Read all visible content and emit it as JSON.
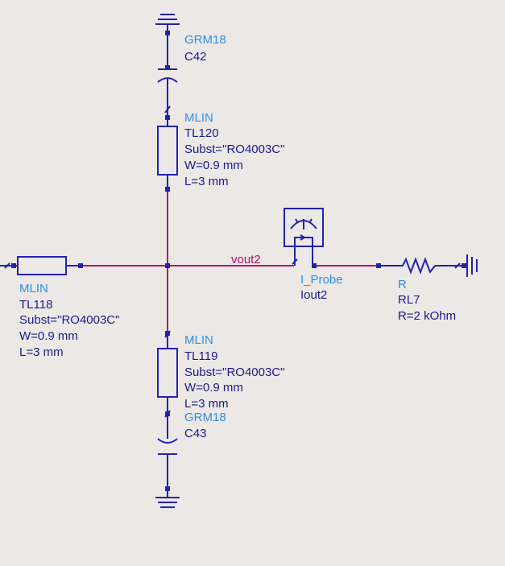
{
  "colors": {
    "background": "#ece8e6",
    "component": "#2222b0",
    "wire": "#b0106a",
    "label_type": "#2f8fe0",
    "label_param": "#1a1a8c"
  },
  "components": {
    "c42": {
      "type": "GRM18",
      "name": "C42"
    },
    "tl120": {
      "type": "MLIN",
      "name": "TL120",
      "subst": "Subst=\"RO4003C\"",
      "width": "W=0.9 mm",
      "length": "L=3 mm"
    },
    "tl118": {
      "type": "MLIN",
      "name": "TL118",
      "subst": "Subst=\"RO4003C\"",
      "width": "W=0.9 mm",
      "length": "L=3 mm"
    },
    "tl119": {
      "type": "MLIN",
      "name": "TL119",
      "subst": "Subst=\"RO4003C\"",
      "width": "W=0.9 mm",
      "length": "L=3 mm"
    },
    "c43": {
      "type": "GRM18",
      "name": "C43"
    },
    "probe": {
      "type": "I_Probe",
      "name": "Iout2"
    },
    "rl7": {
      "type": "R",
      "name": "RL7",
      "value": "R=2 kOhm"
    }
  },
  "nets": {
    "vout": "vout2"
  }
}
